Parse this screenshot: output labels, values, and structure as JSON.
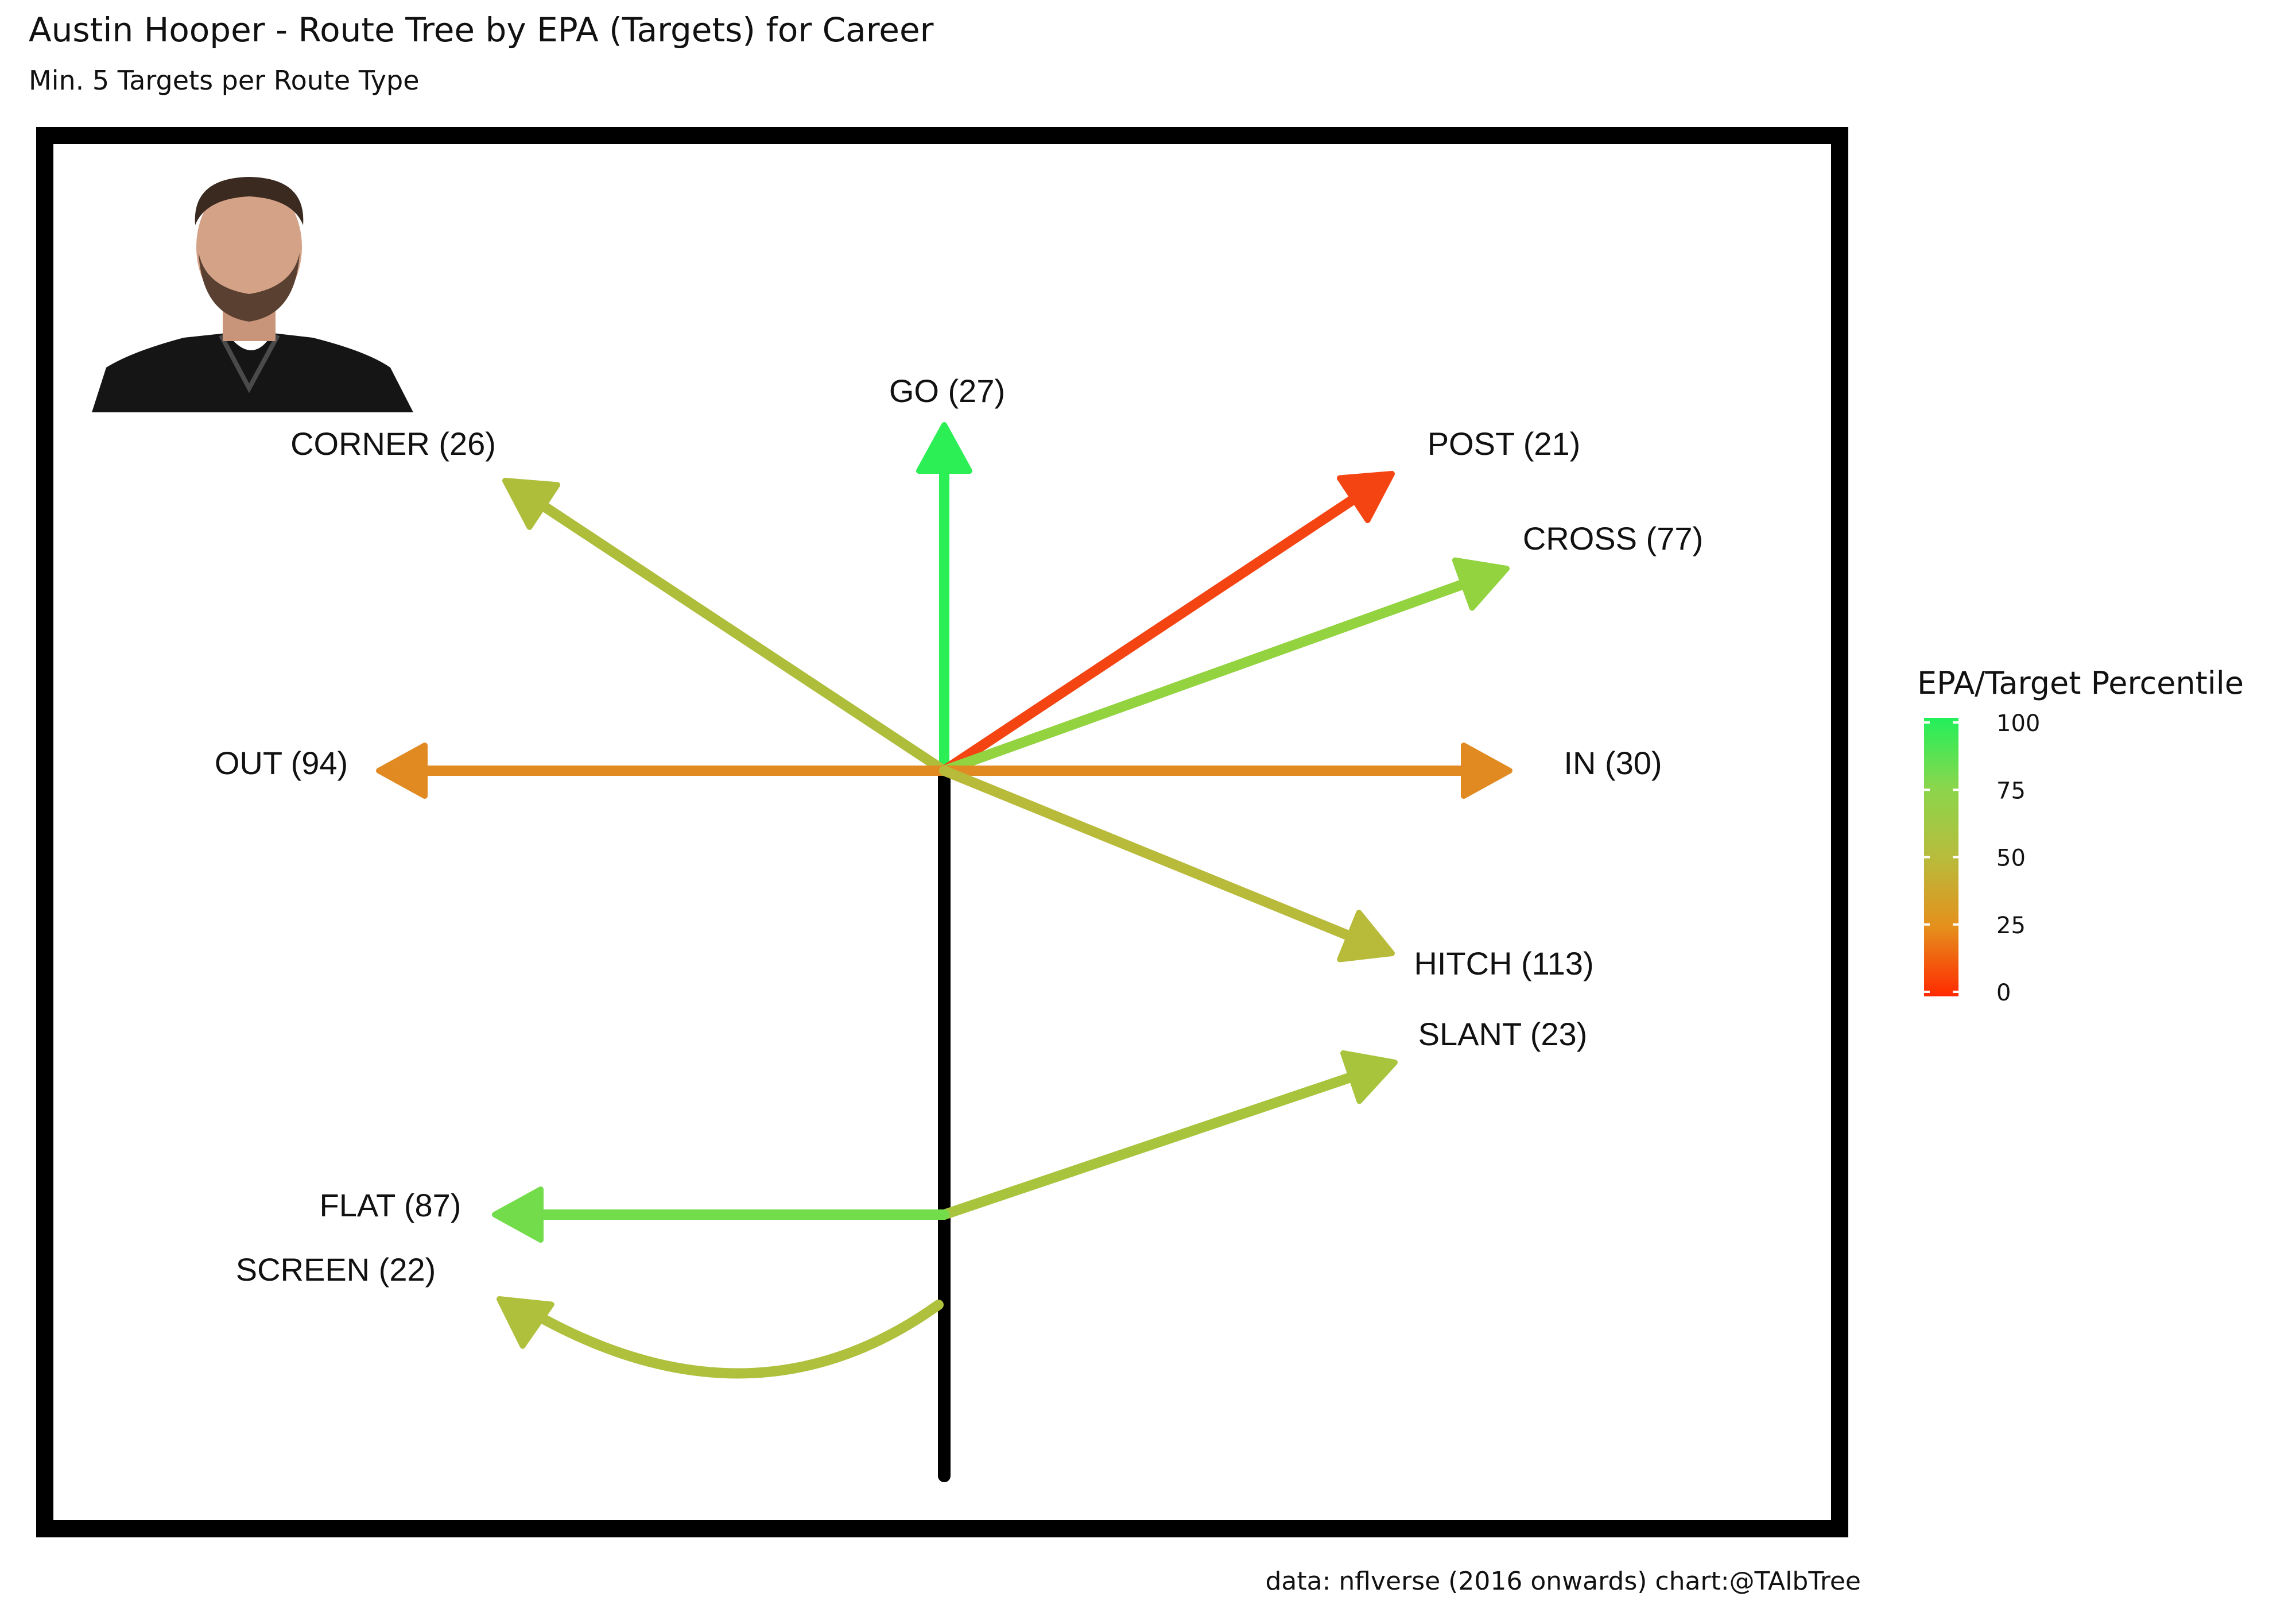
{
  "chart_data": {
    "type": "route_tree",
    "title": "Austin Hooper - Route Tree by EPA (Targets) for Career",
    "subtitle": "Min. 5 Targets per Route Type",
    "caption": "data: nflverse (2016 onwards)  chart:@TAlbTree",
    "legend": {
      "title": "EPA/Target Percentile",
      "ticks": [
        "100",
        "75",
        "50",
        "25",
        "0"
      ],
      "colors": [
        "#ff2a00",
        "#e5901c",
        "#b8bc3c",
        "#8ad64c",
        "#22f05a"
      ],
      "placement": "right"
    },
    "stem_color": "#000000",
    "routes": [
      {
        "label": "GO (27)",
        "targets": 27,
        "percentile": 97,
        "color": "#2cee55"
      },
      {
        "label": "CORNER (26)",
        "targets": 26,
        "percentile": 62,
        "color": "#aebd3a"
      },
      {
        "label": "POST (21)",
        "targets": 21,
        "percentile": 5,
        "color": "#f44412"
      },
      {
        "label": "CROSS (77)",
        "targets": 77,
        "percentile": 78,
        "color": "#93d340"
      },
      {
        "label": "OUT (94)",
        "targets": 94,
        "percentile": 33,
        "color": "#e28a22"
      },
      {
        "label": "IN (30)",
        "targets": 30,
        "percentile": 33,
        "color": "#e28a22"
      },
      {
        "label": "HITCH (113)",
        "targets": 113,
        "percentile": 58,
        "color": "#b8ba3a"
      },
      {
        "label": "SLANT (23)",
        "targets": 23,
        "percentile": 66,
        "color": "#a7c43c"
      },
      {
        "label": "FLAT (87)",
        "targets": 87,
        "percentile": 88,
        "color": "#72dc4a"
      },
      {
        "label": "SCREEN (22)",
        "targets": 22,
        "percentile": 64,
        "color": "#aec03c"
      }
    ]
  },
  "photo": {
    "alt": "player headshot"
  }
}
